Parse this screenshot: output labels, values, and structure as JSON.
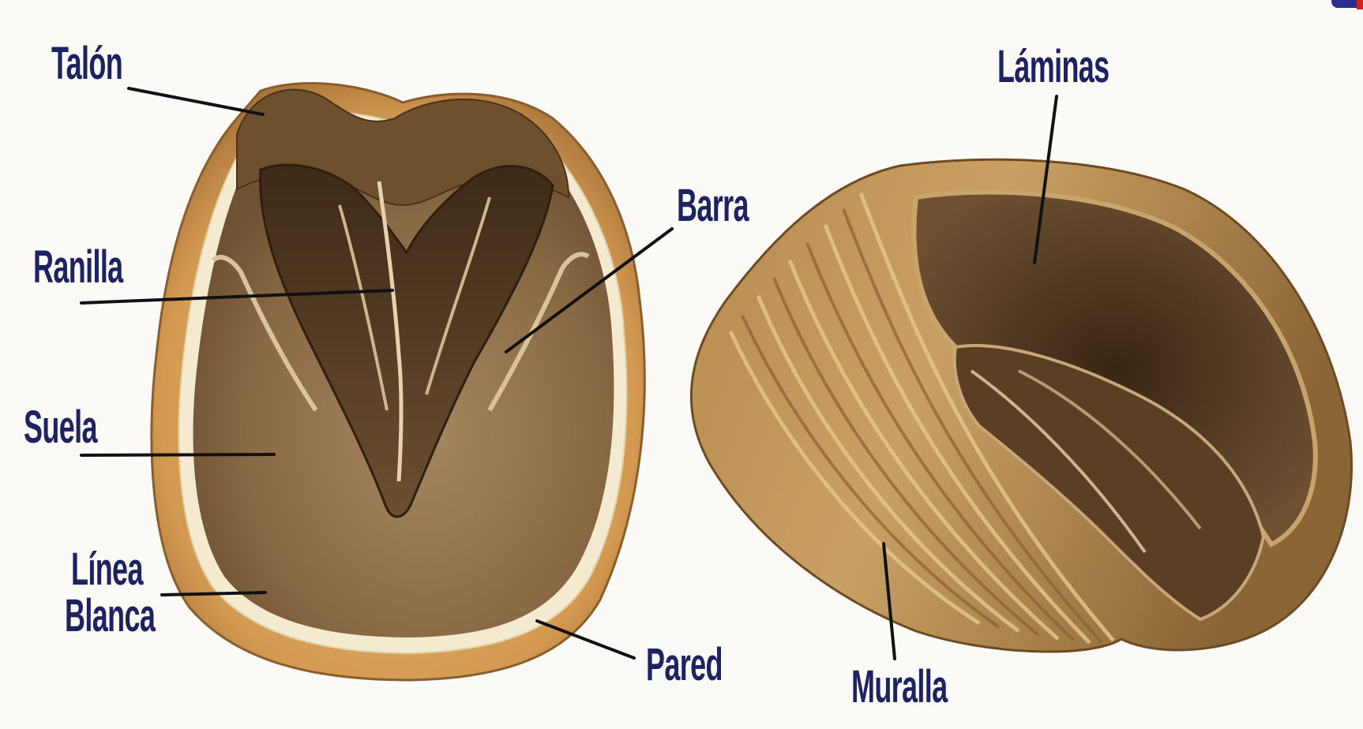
{
  "labels": {
    "talon": "Talón",
    "ranilla": "Ranilla",
    "suela": "Suela",
    "linea": "Línea",
    "blanca": "Blanca",
    "barra": "Barra",
    "pared": "Pared",
    "laminas": "Láminas",
    "muralla": "Muralla"
  },
  "colors": {
    "label_text": "#1d2260",
    "leader_line": "#111111",
    "hoof_wall": "#d9a25a",
    "sole": "#8c6a44",
    "frog": "#5a4026",
    "background": "#fbfaf7"
  }
}
